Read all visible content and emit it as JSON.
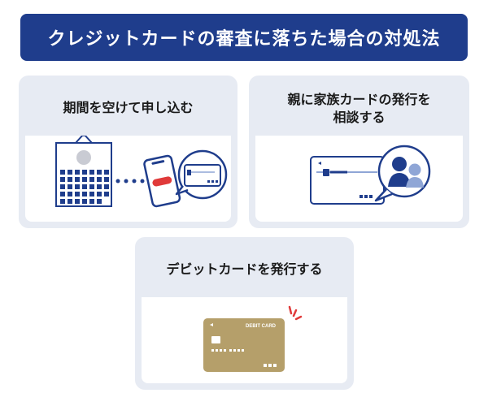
{
  "title": "クレジットカードの審査に落ちた場合の対処法",
  "cards": [
    {
      "label": "期間を空けて申し込む"
    },
    {
      "label_line1": "親に家族カードの発行を",
      "label_line2": "相談する"
    },
    {
      "label": "デビットカードを発行する",
      "card_text": "DEBIT CARD"
    }
  ],
  "colors": {
    "navy": "#1f3d8c",
    "panel": "#e7ebf3",
    "blue_light": "#8fa6d6",
    "red": "#e03a3a",
    "gold": "#b59f6a"
  },
  "icons": [
    "calendar-icon",
    "smartphone-icon",
    "credit-card-icon",
    "family-icon",
    "debit-card-icon"
  ]
}
